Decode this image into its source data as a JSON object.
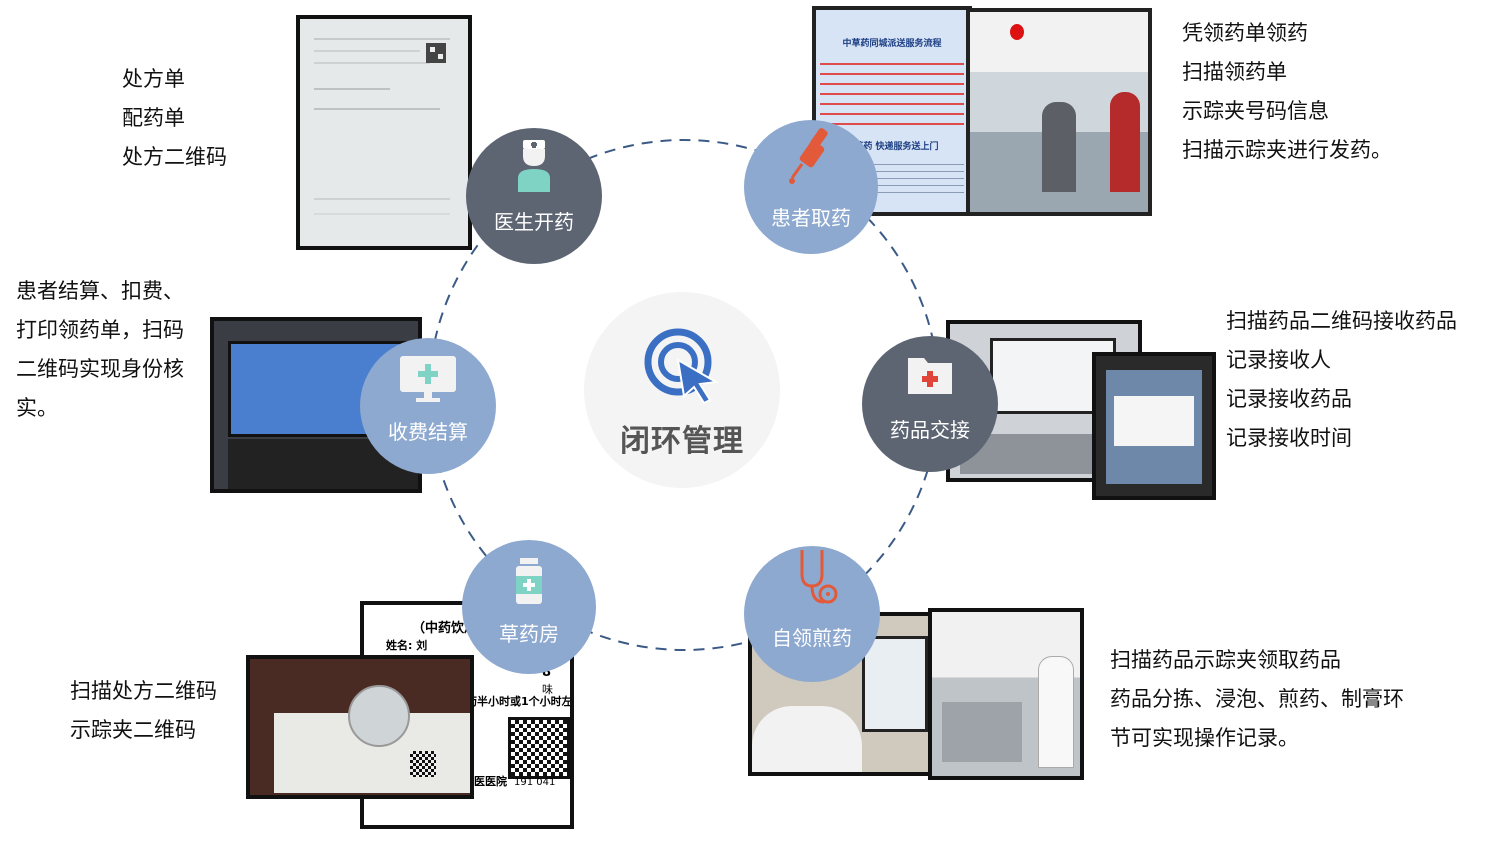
{
  "center": {
    "title": "闭环管理",
    "icon": "target-cursor-icon"
  },
  "nodes": {
    "doctor": {
      "label": "医生开药",
      "icon": "doctor-icon",
      "color": "#5d6472"
    },
    "patient_pickup": {
      "label": "患者取药",
      "icon": "dropper-icon",
      "color": "#8ea9cf"
    },
    "handover": {
      "label": "药品交接",
      "icon": "medical-folder-icon",
      "color": "#5d6472"
    },
    "decoction": {
      "label": "自领煎药",
      "icon": "stethoscope-icon",
      "color": "#8ea9cf"
    },
    "herb_room": {
      "label": "草药房",
      "icon": "medicine-bottle-icon",
      "color": "#8ea9cf"
    },
    "billing": {
      "label": "收费结算",
      "icon": "monitor-cross-icon",
      "color": "#8ea9cf"
    }
  },
  "notes": {
    "doctor": [
      "处方单",
      "配药单",
      "处方二维码"
    ],
    "patient_pickup": [
      "凭领药单领药",
      "扫描领药单",
      "示踪夹号码信息",
      "扫描示踪夹进行发药。"
    ],
    "handover": [
      "扫描药品二维码接收药品",
      "记录接收人",
      "记录接收药品",
      "记录接收时间"
    ],
    "decoction": [
      "扫描药品示踪夹领取药品",
      "药品分拣、浸泡、煎药、制膏环",
      "节可实现操作记录。"
    ],
    "herb_room": [
      "扫描处方二维码",
      "示踪夹二维码"
    ],
    "billing": [
      "患者结算、扣费、",
      "打印领药单，扫码",
      "二维码实现身份核",
      "实。"
    ]
  },
  "photos": {
    "pickup_poster": {
      "title": "中草药同城派送服务流程",
      "subtitle": "中草药 快递服务送上门"
    },
    "herb_slip": {
      "title": "（中药饮片",
      "name": "姓名: 刘",
      "count": "8",
      "unit": "味",
      "note": "药半小时或1个小时左",
      "hospital": "医医院",
      "number": "191 041"
    }
  },
  "colors": {
    "dark_node": "#5d6472",
    "light_node": "#8ea9cf",
    "ring": "#3c5a86",
    "center_bg": "#f4f4f4",
    "icon_blue": "#3b6fc4"
  }
}
